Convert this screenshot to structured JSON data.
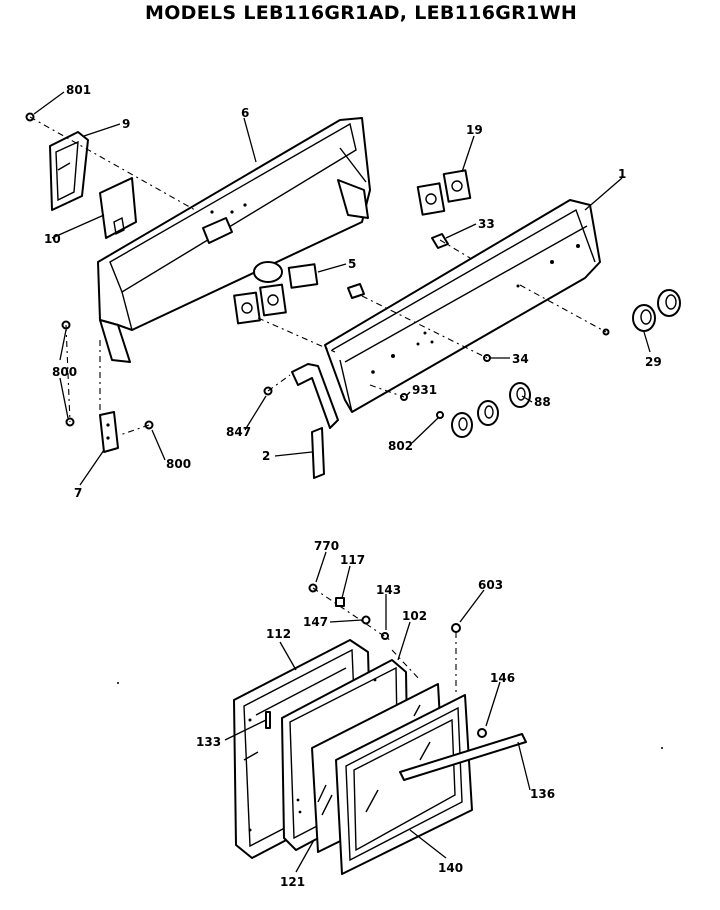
{
  "title": "MODELS LEB116GR1AD, LEB116GR1WH",
  "callouts": {
    "c801": "801",
    "c9": "9",
    "c6": "6",
    "c19": "19",
    "c1": "1",
    "c10": "10",
    "c33": "33",
    "c5": "5",
    "c800a": "800",
    "c800b": "800",
    "c7": "7",
    "c29": "29",
    "c34": "34",
    "c847": "847",
    "c931": "931",
    "c88": "88",
    "c802": "802",
    "c2": "2",
    "c770": "770",
    "c117": "117",
    "c143": "143",
    "c603": "603",
    "c147": "147",
    "c102": "102",
    "c112": "112",
    "c146": "146",
    "c133": "133",
    "c136": "136",
    "c121": "121",
    "c140": "140"
  }
}
